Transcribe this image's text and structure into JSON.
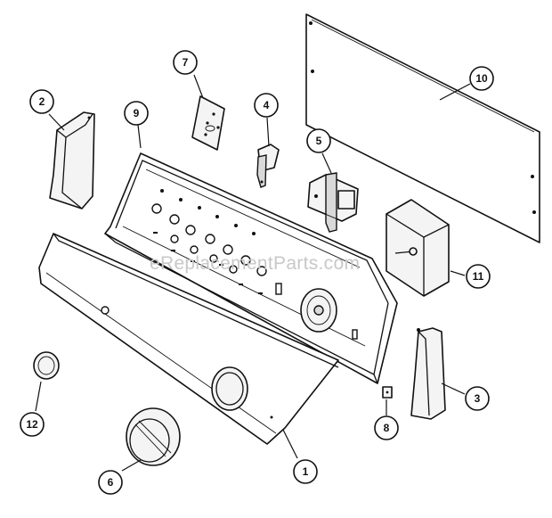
{
  "watermark": "eReplacementParts.com",
  "callouts": [
    {
      "id": "1",
      "label": "1"
    },
    {
      "id": "2",
      "label": "2"
    },
    {
      "id": "3",
      "label": "3"
    },
    {
      "id": "4",
      "label": "4"
    },
    {
      "id": "5",
      "label": "5"
    },
    {
      "id": "6",
      "label": "6"
    },
    {
      "id": "7",
      "label": "7"
    },
    {
      "id": "8",
      "label": "8"
    },
    {
      "id": "9",
      "label": "9"
    },
    {
      "id": "10",
      "label": "10"
    },
    {
      "id": "11",
      "label": "11"
    },
    {
      "id": "12",
      "label": "12"
    }
  ]
}
